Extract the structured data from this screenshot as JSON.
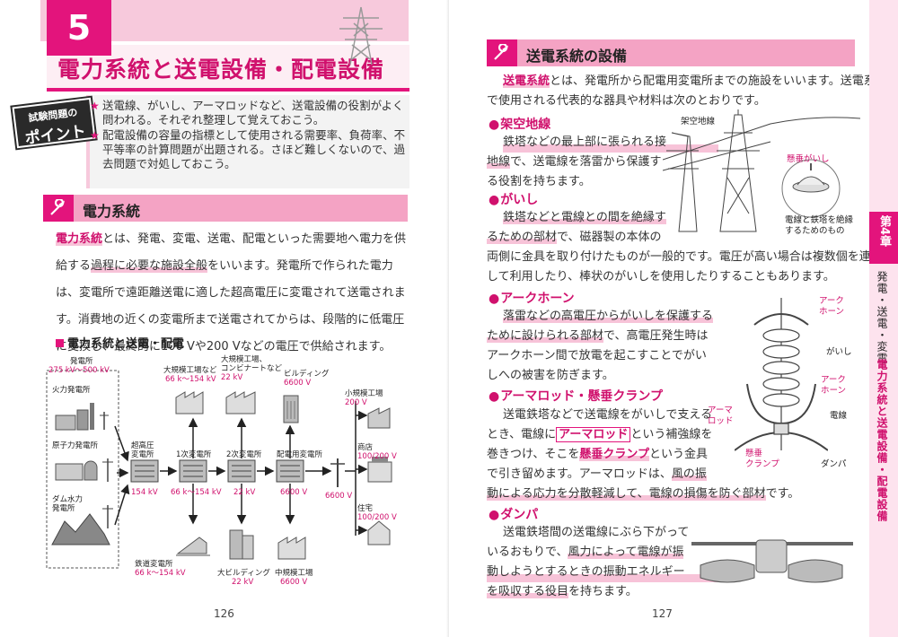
{
  "left": {
    "chapter_number": "5",
    "chapter_title": "電力系統と送電設備・配電設備",
    "point_badge": {
      "line1": "試験問題の",
      "line2": "ポイント"
    },
    "points": [
      "送電線、がいし、アーマロッドなど、送電設備の役割がよく問われる。それぞれ整理して覚えておこう。",
      "配電設備の容量の指標として使用される需要率、負荷率、不平等率の計算問題が出題される。さほど難しくないので、過去問題で対処しておこう。"
    ],
    "section_title": "電力系統",
    "body": {
      "keyword": "電力系統",
      "seg1": "とは、発電、変電、送電、配電といった需要地へ電力を供給する",
      "seg2": "過程に必要な施設全般",
      "seg3": "をいいます。発電所で作られた電力は、変電所で遠距離送電に適した超高電圧に変電されて送電されます。消費地の近くの変電所まで送電されてからは、段階的に低電圧に変換し、最終的に100 Vや200 Vなどの電圧で供給されます。"
    },
    "figure_title": "電力系統と送電・配電",
    "diagram": {
      "plant_group": "発電所",
      "plant_group_v": "275 kV〜500 kV",
      "plant_thermal": "火力発電所",
      "plant_nuclear": "原子力発電所",
      "plant_hydro": "ダム水力",
      "plant_hydro2": "発電所",
      "ss_ultra": "超高圧",
      "ss_ultra2": "変電所",
      "ss_ultra_v": "154 kV",
      "ss_primary": "1次変電所",
      "ss_primary_v": "66 k〜154 kV",
      "ss_secondary": "2次変電所",
      "ss_secondary_v": "22 kV",
      "ss_dist": "配電用変電所",
      "ss_dist_v": "6600 V",
      "pole_v": "6600 V",
      "large_factory": "大規模工場など",
      "large_factory_v": "66 k〜154 kV",
      "large_factory2": "大規模工場、",
      "large_factory2b": "コンビナートなど",
      "large_factory2_v": "22 kV",
      "building": "ビルディング",
      "building_v": "6600 V",
      "small_factory": "小規模工場",
      "small_factory_v": "200 V",
      "shop": "商店",
      "shop_v": "100/200 V",
      "house": "住宅",
      "house_v": "100/200 V",
      "railway": "鉄道変電所",
      "railway_v": "66 k〜154 kV",
      "big_building": "大ビルディング",
      "big_building_v": "22 kV",
      "mid_factory": "中規模工場",
      "mid_factory_v": "6600 V"
    },
    "page_number": "126"
  },
  "right": {
    "section_title": "送電系統の設備",
    "intro": {
      "l1a": "送電系統",
      "l1b": "とは、発電所から配電用変電所までの施設をいいます。送電系統",
      "l2": "で使用される代表的な器具や材料は次のとおりです。"
    },
    "overhead": {
      "title": "架空地線",
      "l1": "鉄塔などの最上部に張られる接",
      "l2a": "地線",
      "l2b": "で、送電線を落雷から保護す",
      "l3": "る役割を持ちます。"
    },
    "insulator": {
      "title": "がいし",
      "l1": "鉄塔などと電線との間を絶縁す",
      "l2a": "るための部材",
      "l2b": "で、磁器製の本体の",
      "l3": "両側に金具を取り付けたものが一般的です。電圧が高い場合は複数個を連結",
      "l4": "して利用したり、棒状のがいしを使用したりすることもあります。"
    },
    "arc_horn": {
      "title": "アークホーン",
      "l1": "落雷などの高電圧からがいしを保護する",
      "l2a": "ために設けられる部材",
      "l2b": "で、高電圧発生時は",
      "l3": "アークホーン間で放電を起こすことでがい",
      "l4": "しへの被害を防ぎます。"
    },
    "armor": {
      "title": "アーマロッド・懸垂クランプ",
      "l1": "送電鉄塔などで送電線をがいしで支える",
      "l2a": "とき、電線に",
      "l2b": "アーマロッド",
      "l2c": "という補強線を",
      "l3a": "巻きつけ、そこを",
      "l3b": "懸垂クランプ",
      "l3c": "という金具",
      "l4a": "で引き留めます。アーマロッドは、",
      "l4b": "風の振",
      "l5a": "動による応力を分散軽減して、電線の損傷を防ぐ部材",
      "l5b": "です。"
    },
    "damper": {
      "title": "ダンパ",
      "l1": "送電鉄塔間の送電線にぶら下がって",
      "l2a": "いるおもりで、",
      "l2b": "風力によって電線が振",
      "l3": "動しようとするときの振動エネルギー",
      "l4a": "を吸収する役目",
      "l4b": "を持ちます。"
    },
    "fig_tower": {
      "ground_wire": "架空地線",
      "suspended": "懸垂がいし",
      "caption1": "電線と鉄塔を絶縁",
      "caption2": "するためのもの"
    },
    "fig_insulator": {
      "arc1a": "アーク",
      "arc1b": "ホーン",
      "insulator": "がいし",
      "arc2a": "アーク",
      "arc2b": "ホーン",
      "armor_a": "アーマ",
      "armor_b": "ロッド",
      "wire": "電線",
      "clamp_a": "懸垂",
      "clamp_b": "クランプ",
      "damper": "ダンパ"
    },
    "side_tab": {
      "chapter": "第4章",
      "topic1": "発電・送電・変電",
      "topic2": "電力系統と送電設備・配電設備"
    },
    "page_number": "127"
  },
  "colors": {
    "accent": "#e3147c",
    "accent_light": "#f7c9dc",
    "highlight": "#f7c3d8"
  }
}
